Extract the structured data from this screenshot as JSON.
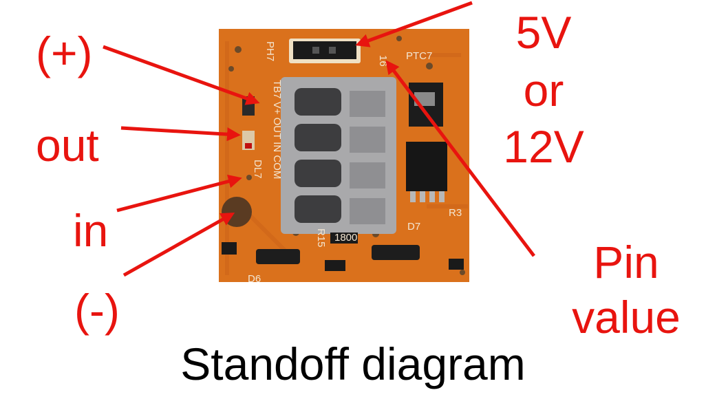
{
  "labels": {
    "plus": "(+)",
    "out": "out",
    "in": "in",
    "minus": "(-)",
    "voltage_line1": "5V",
    "voltage_line2": "or",
    "voltage_line3": "12V",
    "pin_line1": "Pin",
    "pin_line2": "value"
  },
  "caption": "Standoff diagram",
  "silkscreen": {
    "ph": "PH7",
    "number": "16",
    "ptc": "PTC7",
    "pins": "TB7 V+ OUT IN COM",
    "dl": "DL7",
    "d7": "D7",
    "r3": "R3",
    "d6": "D6",
    "r15": "R15",
    "resistor_code": "1800"
  },
  "colors": {
    "annotation": "#e8140f",
    "board": "#e0771f",
    "connector": "#a9a9ab"
  }
}
